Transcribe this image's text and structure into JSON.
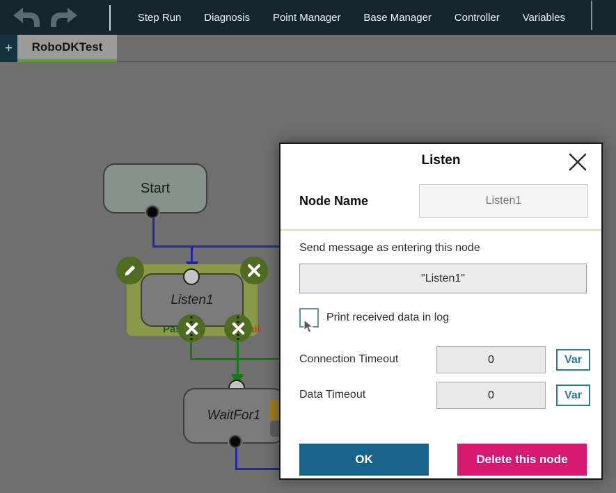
{
  "toolbar": {
    "menu_items": [
      "Step Run",
      "Diagnosis",
      "Point Manager",
      "Base Manager",
      "Controller",
      "Variables"
    ]
  },
  "tabs": {
    "add_label": "+",
    "active_tab": "RoboDKTest"
  },
  "canvas": {
    "start_node": "Start",
    "listen_node": "Listen1",
    "pass_label": "Pass",
    "fail_label": "Fail",
    "wait_node": "WaitFor1"
  },
  "dialog": {
    "title": "Listen",
    "node_name_label": "Node Name",
    "node_name_placeholder": "Listen1",
    "send_message_label": "Send message as entering this node",
    "send_message_value": "\"Listen1\"",
    "print_checkbox_label": "Print received data in log",
    "connection_timeout_label": "Connection Timeout",
    "connection_timeout_value": "0",
    "data_timeout_label": "Data Timeout",
    "data_timeout_value": "0",
    "var_button_label": "Var",
    "ok_button_label": "OK",
    "delete_button_label": "Delete this node"
  },
  "colors": {
    "topbar": "#13252f",
    "tab_underline_green": "#5f9e31",
    "selection_olive": "#8a9a48",
    "connector_blue": "#2323ab",
    "connector_green": "#157a15",
    "ok_blue": "#17638e",
    "delete_magenta": "#d61a71",
    "checkbox_border": "#5b94ad"
  }
}
